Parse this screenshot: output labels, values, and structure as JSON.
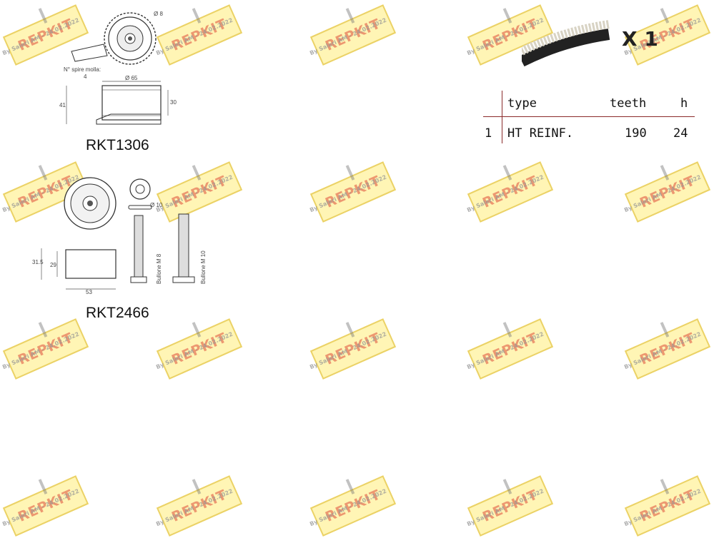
{
  "parts": {
    "tensioner": {
      "label": "RKT1306",
      "spring_note": "N° spire molla:",
      "spring_count": "4",
      "dim_diameter": "Ø 65",
      "dim_height_a": "41",
      "dim_height_b": "30",
      "dim_small": "Ø 8"
    },
    "idler": {
      "label": "RKT2466",
      "dim_width": "53",
      "dim_height_a": "31.5",
      "dim_height_b": "29",
      "dim_bore": "Ø 10",
      "bolt_a": "Bullone M 8",
      "bolt_b": "Bullone M 10"
    }
  },
  "belt": {
    "quantity": "X 1",
    "table": {
      "headers": [
        "type",
        "teeth",
        "h"
      ],
      "rows": [
        [
          "1",
          "HT REINF.",
          "190",
          "24"
        ]
      ]
    }
  },
  "watermark": {
    "logo": "REPKIT",
    "caption": "By Saleri AM - 24.02.2022",
    "colors": {
      "badge": "#ffe878",
      "logo": "#e26046",
      "caption": "#969696"
    }
  }
}
